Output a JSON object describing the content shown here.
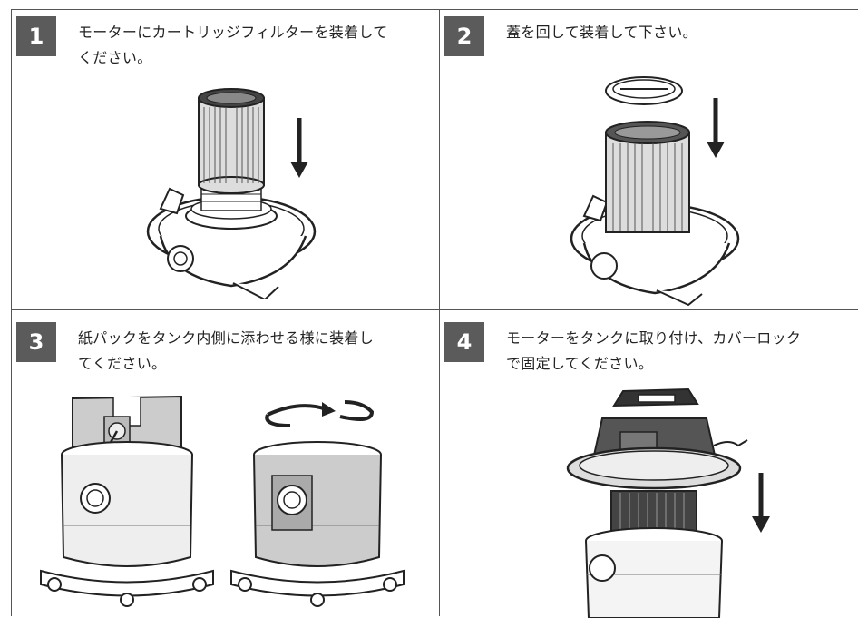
{
  "steps": [
    {
      "number": "1",
      "instruction_line1": "モーターにカートリッジフィルターを装着して",
      "instruction_line2": "ください。"
    },
    {
      "number": "2",
      "instruction_line1": "蓋を回して装着して下さい。",
      "instruction_line2": ""
    },
    {
      "number": "3",
      "instruction_line1": "紙パックをタンク内側に添わせる様に装着し",
      "instruction_line2": "てください。"
    },
    {
      "number": "4",
      "instruction_line1": "モーターをタンクに取り付け、カバーロック",
      "instruction_line2": "で固定してください。"
    }
  ]
}
